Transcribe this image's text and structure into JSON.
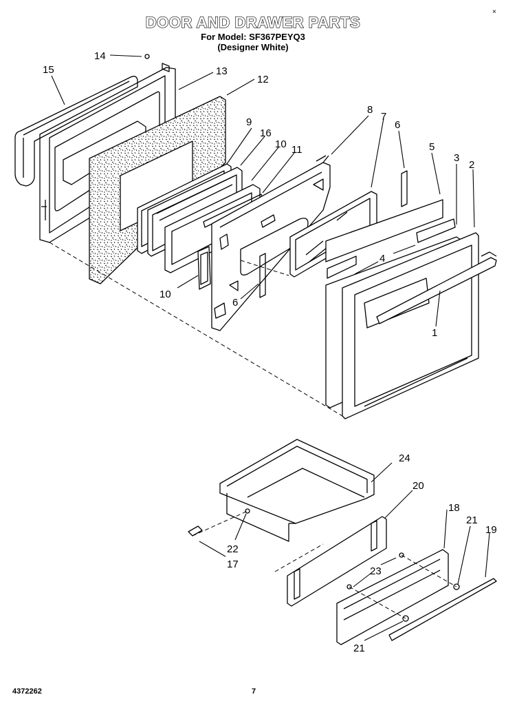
{
  "header": {
    "title": "DOOR AND DRAWER PARTS",
    "model_line": "For Model: SF367PEYQ3",
    "color_line": "(Designer White)"
  },
  "corner_mark": "×",
  "callouts": {
    "c1": "1",
    "c2": "2",
    "c3": "3",
    "c4": "4",
    "c5": "5",
    "c6a": "6",
    "c6b": "6",
    "c7": "7",
    "c8": "8",
    "c9": "9",
    "c10a": "10",
    "c10b": "10",
    "c11": "11",
    "c12": "12",
    "c13": "13",
    "c14": "14",
    "c15": "15",
    "c16": "16",
    "c17": "17",
    "c18": "18",
    "c19": "19",
    "c20": "20",
    "c21a": "21",
    "c21b": "21",
    "c22": "22",
    "c23": "23",
    "c24": "24"
  },
  "footer": {
    "part_number": "4372262",
    "page_number": "7"
  }
}
